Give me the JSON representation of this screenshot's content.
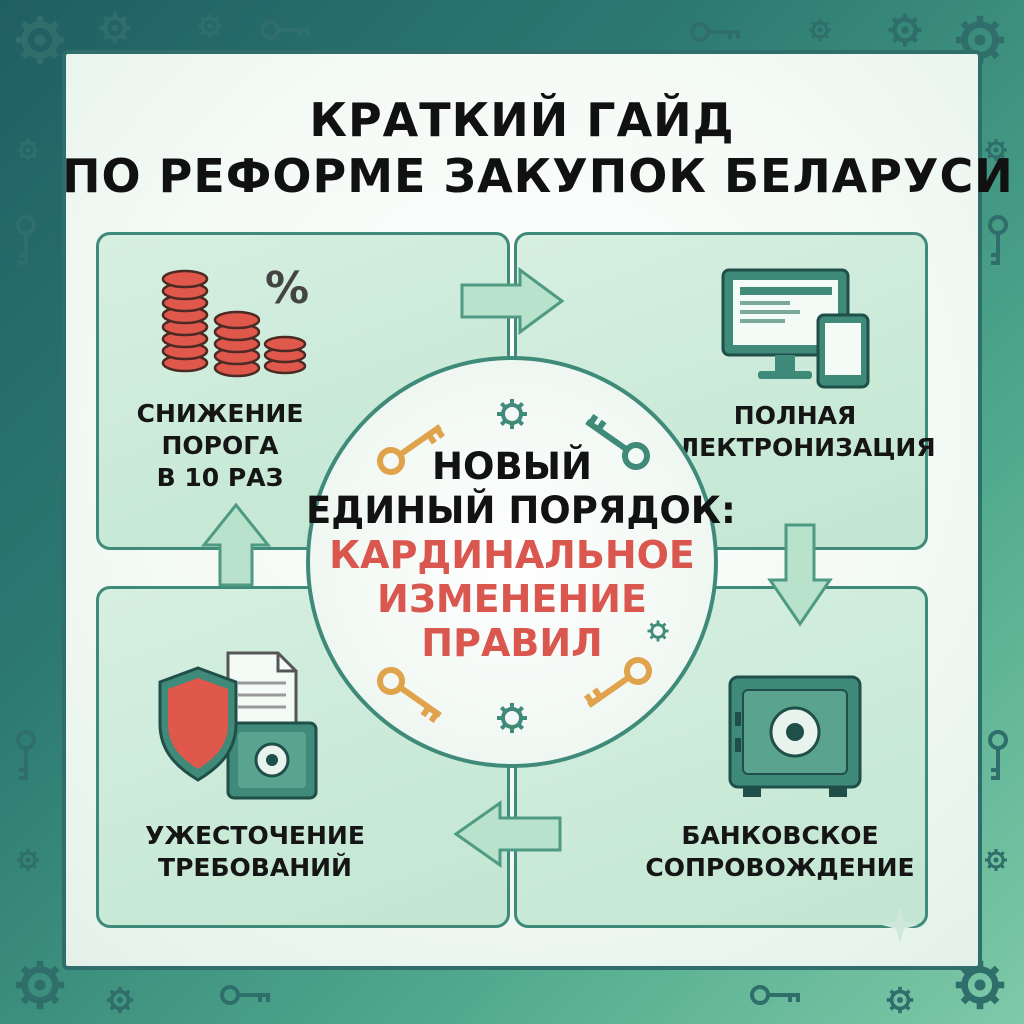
{
  "title": {
    "line1": "КРАТКИЙ ГАЙД",
    "line2": "ПО РЕФОРМЕ ЗАКУПОК БЕЛАРУСИ"
  },
  "center": {
    "line1": "НОВЫЙ",
    "line2": "ЕДИНЫЙ ПОРЯДОК:",
    "line3": "КАРДИНАЛЬНОЕ",
    "line4": "ИЗМЕНЕНИЕ",
    "line5": "ПРАВИЛ"
  },
  "quadrants": {
    "top_left": {
      "line1": "СНИЖЕНИЕ",
      "line2": "ПОРОГА",
      "line3": "В 10 РАЗ",
      "icon": "coins-percent-icon"
    },
    "top_right": {
      "line1": "ПОЛНАЯ",
      "line2": "ЭЛЕКТРОНИЗАЦИЯ",
      "icon": "monitor-tablet-icon"
    },
    "bottom_right": {
      "line1": "БАНКОВСКОЕ",
      "line2": "СОПРОВОЖДЕНИЕ",
      "icon": "safe-icon"
    },
    "bottom_left": {
      "line1": "УЖЕСТОЧЕНИЕ",
      "line2": "ТРЕБОВАНИЙ",
      "icon": "shield-document-safe-icon"
    }
  },
  "colors": {
    "accent_green": "#3f8a78",
    "accent_red": "#d9574e",
    "key_gold": "#e0a24a",
    "border_teal": "#2f6e6b"
  }
}
